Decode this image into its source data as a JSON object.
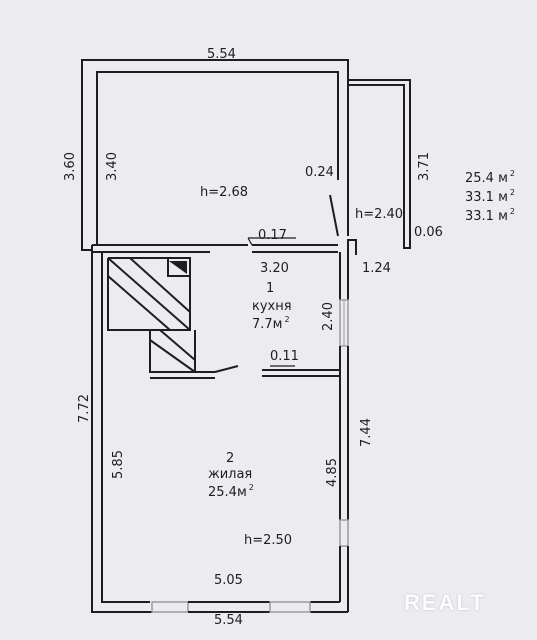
{
  "dimensions": {
    "top_width": "5.54",
    "left_outer_upper": "3.60",
    "left_inner_upper": "3.40",
    "partition_thickness": "0.24",
    "veranda_depth": "3.71",
    "veranda_height": "h=2.40",
    "veranda_wall": "0.06",
    "veranda_width": "1.24",
    "upper_room_height": "h=2.68",
    "wall_017": "0.17",
    "kitchen_width": "3.20",
    "kitchen_side": "2.40",
    "wall_011": "0.11",
    "left_outer_lower": "7.72",
    "right_outer_lower": "7.44",
    "room2_inner_left": "5.85",
    "room2_inner_right": "4.85",
    "room2_inner_width": "5.05",
    "bottom_width": "5.54",
    "room2_height": "h=2.50"
  },
  "rooms": {
    "kitchen": {
      "number": "1",
      "name": "кухня",
      "area": "7.7м"
    },
    "living": {
      "number": "2",
      "name": "жилая",
      "area": "25.4м"
    }
  },
  "areas": [
    "25.4 м",
    "33.1 м",
    "33.1 м"
  ],
  "area_unit_sup": "2",
  "watermark": "REALT",
  "colors": {
    "line": "#1d1d24",
    "background": "#ecebf0",
    "window": "#9a9aa2"
  }
}
